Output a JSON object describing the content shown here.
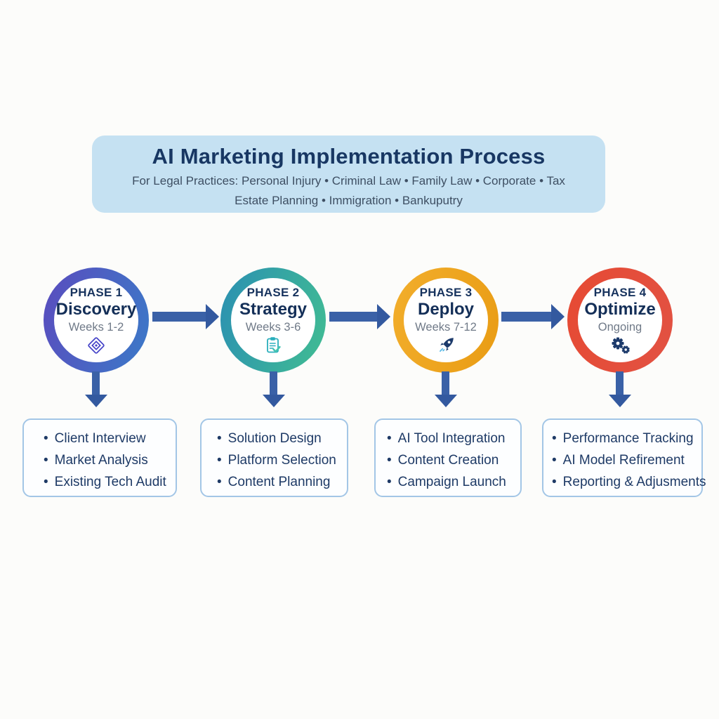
{
  "header": {
    "title": "AI Marketing Implementation Process",
    "subtitle_line1": "For Legal Practices: Personal Injury • Criminal Law • Family Law • Corporate • Tax",
    "subtitle_line2": "Estate Planning • Immigration • Bankuputry"
  },
  "phases": [
    {
      "phase_label": "PHASE 1",
      "name": "Discovery",
      "duration": "Weeks 1-2",
      "icon": "diamond-target-icon",
      "ring_gradient": [
        "#5a4cbe",
        "#3b7ac8"
      ]
    },
    {
      "phase_label": "PHASE 2",
      "name": "Strategy",
      "duration": "Weeks 3-6",
      "icon": "clipboard-check-icon",
      "ring_gradient": [
        "#2b90b2",
        "#41bd92"
      ]
    },
    {
      "phase_label": "PHASE 3",
      "name": "Deploy",
      "duration": "Weeks 7-12",
      "icon": "rocket-icon",
      "ring_gradient": [
        "#f2ae2c",
        "#e99c14"
      ]
    },
    {
      "phase_label": "PHASE 4",
      "name": "Optimize",
      "duration": "Ongoing",
      "icon": "gears-icon",
      "ring_gradient": [
        "#e64a33",
        "#e25243"
      ]
    }
  ],
  "task_boxes": [
    {
      "items": [
        "Client Interview",
        "Market Analysis",
        "Existing Tech Audit"
      ]
    },
    {
      "items": [
        "Solution Design",
        "Platform Selection",
        "Content Planning"
      ]
    },
    {
      "items": [
        "AI Tool Integration",
        "Content Creation",
        "Campaign Launch"
      ]
    },
    {
      "items": [
        "Performance Tracking",
        "AI Model Refirement",
        "Reporting & Adjusments"
      ]
    }
  ],
  "colors": {
    "background": "#fcfcfa",
    "header_bg": "#c5e1f2",
    "title_text": "#183763",
    "subtitle_text": "#3e4f63",
    "arrow": "#3a61a7",
    "box_border": "#a3c6e6",
    "box_bg": "#fdfeff",
    "bullet_text": "#1e3a66",
    "phase_text": "#142f58",
    "duration_text": "#707a88",
    "diamond_icon": "#4543c8",
    "clipboard_icon": "#29aebc",
    "rocket_icon": "#1c3a6b",
    "gears_icon": "#1c3a6b"
  }
}
